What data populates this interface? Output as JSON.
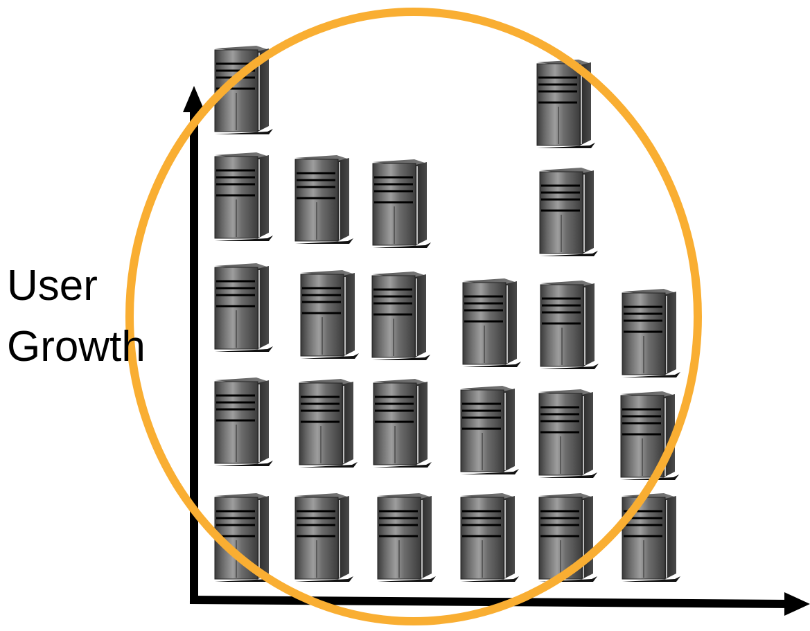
{
  "diagram": {
    "y_axis_label": {
      "line1": "User",
      "line2": "Growth"
    },
    "server_icon": "server-tower-icon",
    "server_grid": {
      "columns": 6,
      "rows": 5,
      "servers_per_column_bottom_to_top": [
        5,
        4,
        4,
        3,
        5,
        3
      ],
      "total_servers": 24
    },
    "colors": {
      "circle": "#F9AE32",
      "axes": "#000000",
      "server_body": "#5a5a5a",
      "server_front_light": "#9a9a9a",
      "server_side": "#2e2e2e",
      "background": "#ffffff"
    }
  }
}
